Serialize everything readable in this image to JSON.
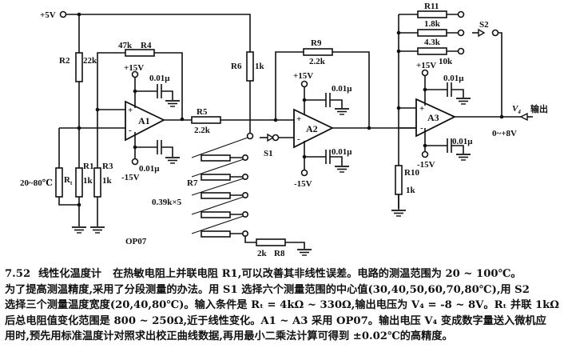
{
  "figure": {
    "supply": {
      "vplus5": "+5V",
      "vplus15": "+15V",
      "vminus15": "-15V"
    },
    "components": {
      "R2": {
        "name": "R2",
        "value": "22k"
      },
      "R4": {
        "name": "R4",
        "value": "47k"
      },
      "R6": {
        "name": "R6",
        "value": "1k"
      },
      "R5": {
        "name": "R5",
        "value": "2.2k"
      },
      "R9": {
        "name": "R9",
        "value": "2.2k"
      },
      "R1": {
        "name": "R1",
        "value": "1k"
      },
      "R3": {
        "name": "R3",
        "value": "1k"
      },
      "Rt": {
        "name": "R",
        "sub": "t",
        "range": "20~80℃"
      },
      "R7": {
        "name": "R7",
        "value": "0.39k×5"
      },
      "R8": {
        "name": "R8",
        "value": "2k"
      },
      "R10": {
        "name": "R10",
        "value": "1k"
      },
      "R11": {
        "name": "R11",
        "values": [
          "1.8k",
          "4.3k",
          "10k"
        ]
      },
      "cap": "0.01μ",
      "A1": "A1",
      "A2": "A2",
      "A3": "A3",
      "S1": "S1",
      "S2": "S2",
      "opamp_type": "OP07"
    },
    "output": {
      "label": "V",
      "sub": "4",
      "text": "输出",
      "range": "0~+8V"
    },
    "signs": {
      "plus": "+",
      "minus": "-"
    }
  },
  "caption": {
    "number": "7.52",
    "title": "线性化温度计",
    "lines": [
      "在热敏电阻上并联电阻 R1,可以改善其非线性误差。电路的测温范围为 20 ~ 100℃。",
      "为了提高测温精度,采用了分段测量的办法。用 S1 选择六个测量范围的中心值(30,40,50,60,70,80℃),用 S2",
      "选择三个测量温度宽度(20,40,80℃)。输入条件是 Rₜ = 4kΩ ~ 330Ω,输出电压为 V₄ = -8 ~ 8V。Rₜ 并联 1kΩ",
      "后总电阻值变化范围是 800 ~ 250Ω,近于线性变化。A1 ~ A3 采用 OP07。输出电压 V₄ 变成数字量送入微机应",
      "用时,预先用标准温度计对照求出校正曲线数据,再用最小二乘法计算可得到 ±0.02℃的高精度。"
    ]
  }
}
